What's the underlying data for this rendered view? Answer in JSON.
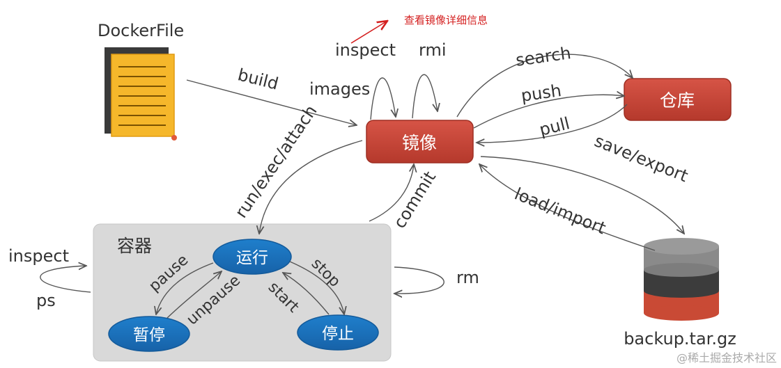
{
  "dockerfile": {
    "title": "DockerFile"
  },
  "nodes": {
    "image": "镜像",
    "registry": "仓库",
    "container_group": "容器",
    "running": "运行",
    "paused": "暂停",
    "stopped": "停止",
    "backup": "backup.tar.gz"
  },
  "edges": {
    "build": "build",
    "images": "images",
    "inspect_image": "inspect",
    "rmi": "rmi",
    "search": "search",
    "push": "push",
    "pull": "pull",
    "save_export": "save/export",
    "load_import": "load/import",
    "run_exec_attach": "run/exec/attach",
    "commit": "commit",
    "pause": "pause",
    "unpause": "unpause",
    "stop": "stop",
    "start": "start",
    "rm": "rm",
    "inspect_container": "inspect",
    "ps": "ps"
  },
  "annotation": {
    "note": "查看镜像详细信息"
  },
  "watermark": "@稀土掘金技术社区",
  "colors": {
    "image_node": "#c0392b",
    "registry_node": "#c0392b",
    "state_node": "#1b6fb5",
    "container_bg": "#d9d9d9",
    "annotation": "#d42020"
  }
}
